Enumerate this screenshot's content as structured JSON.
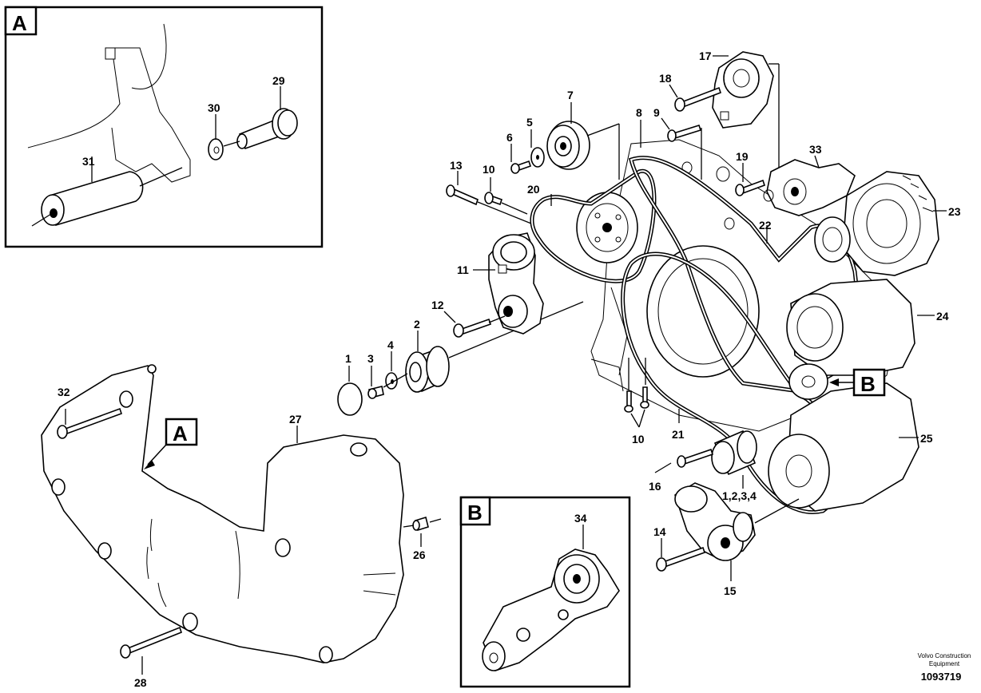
{
  "callouts": {
    "c1": "1",
    "c2": "2",
    "c3": "3",
    "c4": "4",
    "c5": "5",
    "c6": "6",
    "c7": "7",
    "c8": "8",
    "c9": "9",
    "c10a": "10",
    "c10b": "10",
    "c11": "11",
    "c12": "12",
    "c13": "13",
    "c14": "14",
    "c15": "15",
    "c16": "16",
    "c17": "17",
    "c18": "18",
    "c19": "19",
    "c20": "20",
    "c21": "21",
    "c22": "22",
    "c23": "23",
    "c24": "24",
    "c25": "25",
    "c26": "26",
    "c27": "27",
    "c28": "28",
    "c29": "29",
    "c30": "30",
    "c31": "31",
    "c32": "32",
    "c33": "33",
    "c34": "34",
    "c1234": "1,2,3,4"
  },
  "detail_labels": {
    "box_a": "A",
    "box_b": "B",
    "ref_a": "A",
    "ref_b": "B"
  },
  "footer": {
    "line1": "Volvo Construction",
    "line2": "Equipment",
    "drawing_number": "1093719"
  }
}
